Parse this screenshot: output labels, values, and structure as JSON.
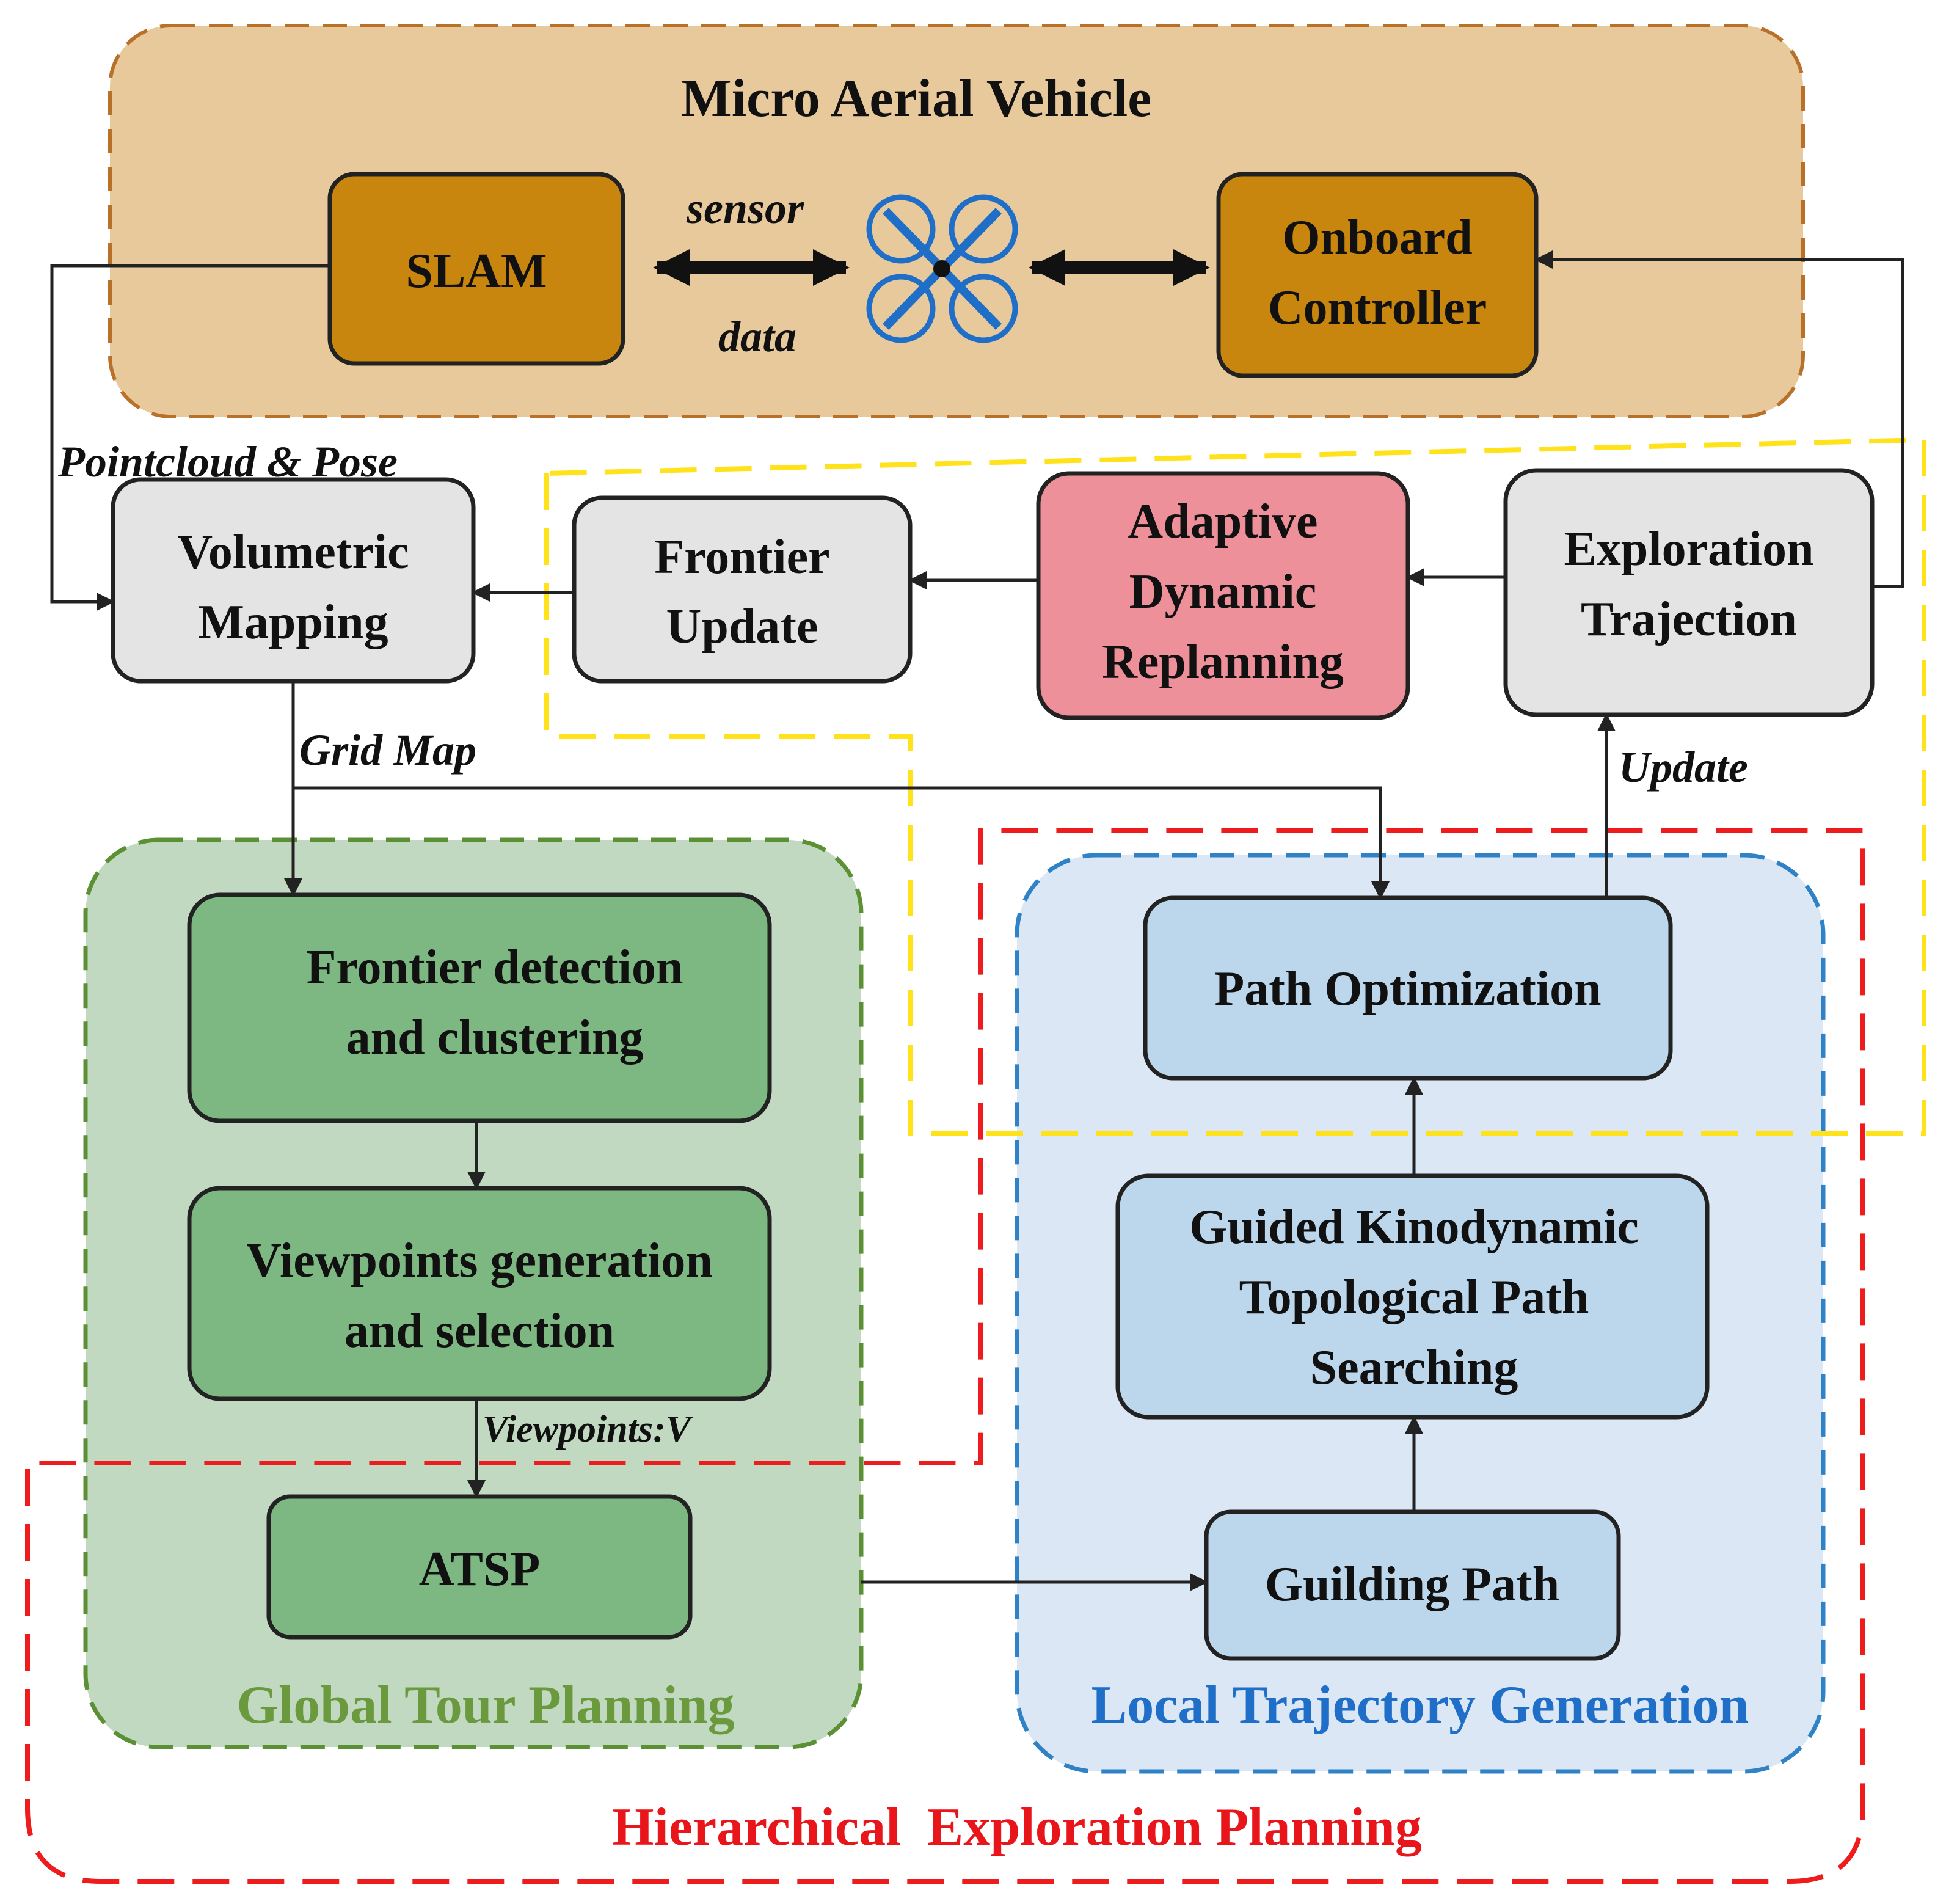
{
  "mav": {
    "title": "Micro Aerial Vehicle",
    "slam": "SLAM",
    "controller": [
      "Onboard",
      "Controller"
    ],
    "sensor_top": "sensor",
    "sensor_bottom": "data"
  },
  "edges": {
    "pointcloud": "Pointcloud & Pose",
    "grid_map": "Grid Map",
    "update": "Update",
    "viewpoints": "Viewpoints:V"
  },
  "nodes": {
    "volumetric": [
      "Volumetric",
      "Mapping"
    ],
    "frontier_update": [
      "Frontier",
      "Update"
    ],
    "adaptive": [
      "Adaptive",
      "Dynamic",
      "Replanning"
    ],
    "exploration": [
      "Exploration",
      "Trajection"
    ],
    "frontier_detection": [
      "Frontier detection",
      "and clustering"
    ],
    "viewpoints_gen": [
      "Viewpoints generation",
      "and selection"
    ],
    "atsp": "ATSP",
    "path_opt": "Path Optimization",
    "guided": [
      "Guided Kinodynamic",
      "Topological Path",
      "Searching"
    ],
    "guiding_path": "Guilding Path"
  },
  "groups": {
    "global": "Global Tour Planning",
    "local": "Local Trajectory Generation",
    "hierarchical": "Hierarchical  Exploration Planning"
  },
  "colors": {
    "mav_bg": "#e8c99c",
    "mav_border": "#b9712a",
    "mav_box": "#c8860f",
    "gray_box": "#e4e4e4",
    "pink_box": "#ee909a",
    "green_bg": "#c0d9c0",
    "green_border": "#5c9034",
    "green_box": "#7db883",
    "blue_bg": "#dbe7f5",
    "blue_border": "#2f82c6",
    "blue_box": "#bcd6ec",
    "red_dash": "#ee1c1c",
    "yellow_dash": "#ffe21a",
    "drone": "#1f6fc8",
    "global_text": "#6b9a3e",
    "local_text": "#1f6fc8",
    "hier_text": "#e8151b"
  },
  "icons": [
    "quadrotor-drone-icon"
  ]
}
